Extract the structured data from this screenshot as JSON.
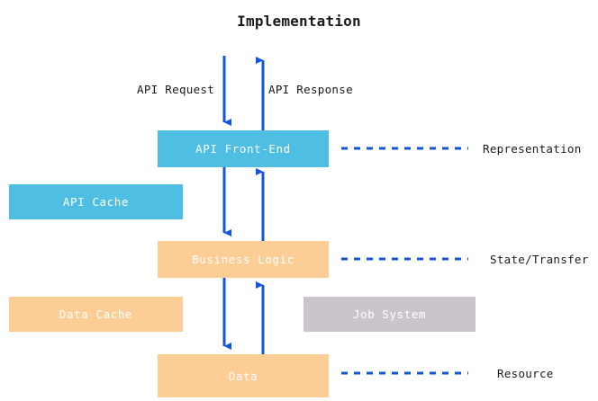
{
  "diagram": {
    "title": "Implementation",
    "accent_blue": "#1155dd",
    "background": "#ffffff",
    "nodes": [
      {
        "id": "api-front-end",
        "label": "API Front-End",
        "color": "#4ebfe3",
        "text_color": "#ffffff"
      },
      {
        "id": "api-cache",
        "label": "API Cache",
        "color": "#4ebfe3",
        "text_color": "#ffffff"
      },
      {
        "id": "business-logic",
        "label": "Business Logic",
        "color": "#fcce96",
        "text_color": "#ffffff"
      },
      {
        "id": "data-cache",
        "label": "Data Cache",
        "color": "#fcce96",
        "text_color": "#ffffff"
      },
      {
        "id": "job-system",
        "label": "Job System",
        "color": "#c9c5cb",
        "text_color": "#ffffff"
      },
      {
        "id": "data",
        "label": "Data",
        "color": "#fcce96",
        "text_color": "#ffffff"
      }
    ],
    "flow_labels": [
      {
        "id": "api-request",
        "label": "API Request",
        "direction": "down"
      },
      {
        "id": "api-response",
        "label": "API Response",
        "direction": "up"
      }
    ],
    "side_labels": [
      {
        "id": "representation",
        "label": "Representation",
        "connects": "api-front-end"
      },
      {
        "id": "state-transfer",
        "label": "State/Transfer",
        "connects": "business-logic"
      },
      {
        "id": "resource",
        "label": "Resource",
        "connects": "data"
      }
    ]
  }
}
